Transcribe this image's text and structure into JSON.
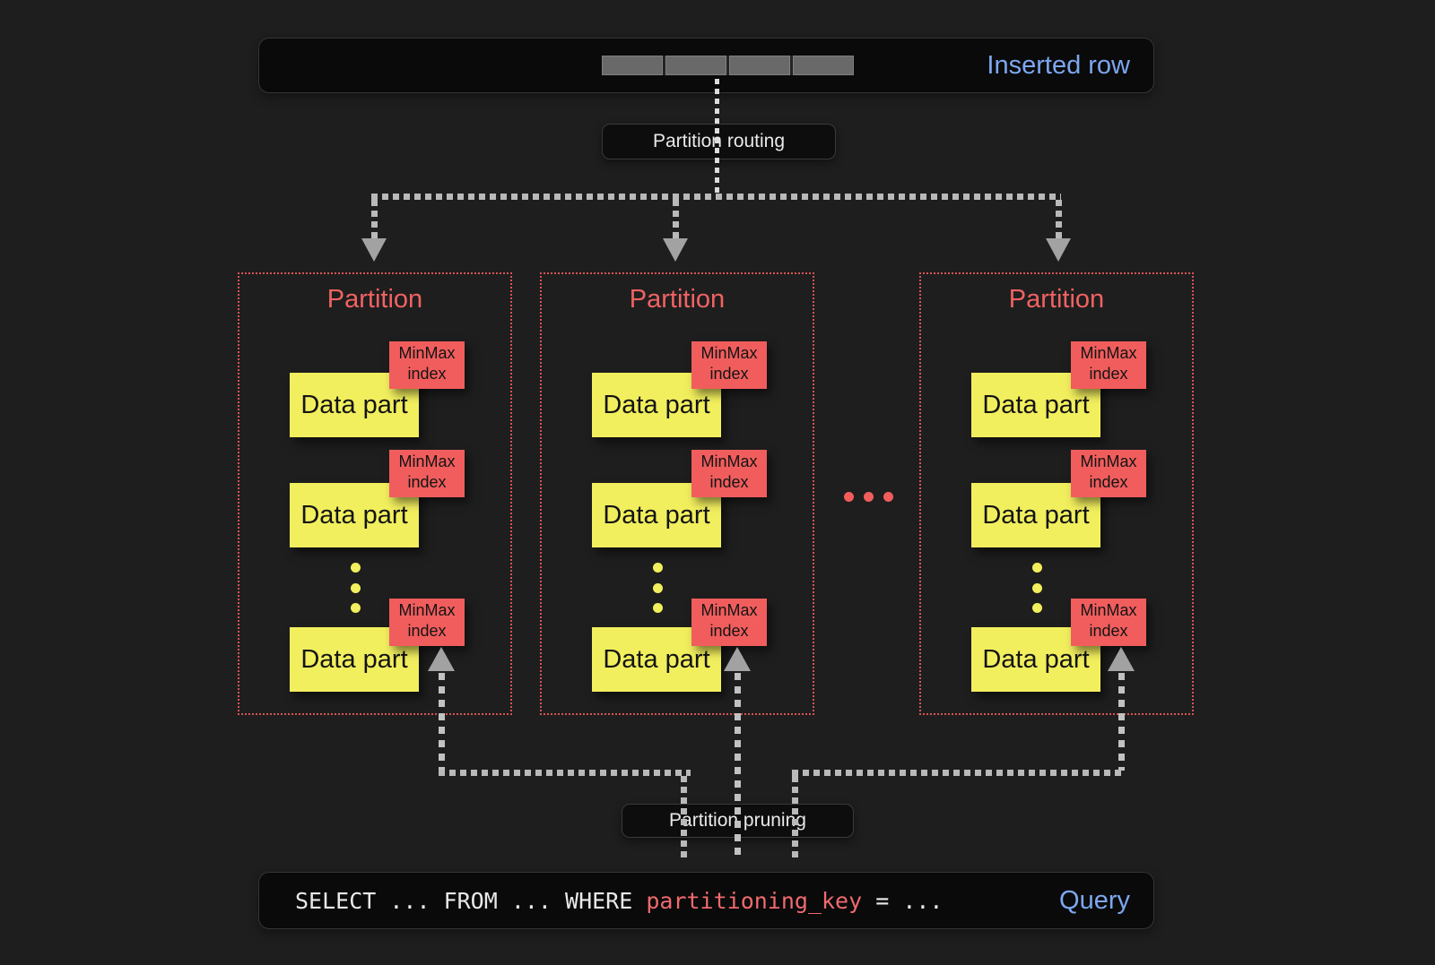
{
  "colors": {
    "page-bg": "#1e1e1e",
    "panel-bg": "#0a0a0a",
    "panel-border": "#353535",
    "pill-bg": "#0d0d0d",
    "pill-border": "#3a3a3a",
    "accent-blue": "#7da7f0",
    "accent-red": "#f15d5d",
    "sql-key-red": "#f06a6e",
    "partition-border-red": "#d85454",
    "part-yellow": "#f2ef5e",
    "text-light": "#e9e9e9",
    "text-dark": "#141414",
    "line-gray": "#c8c8c8",
    "dot-gray": "#b9b9b9",
    "arrow-gray": "#a2a2a2",
    "bar-cell": "#696969"
  },
  "top_box": {
    "label": "Inserted row",
    "cell_count": 4
  },
  "routing": {
    "label": "Partition routing"
  },
  "pruning": {
    "label": "Partition pruning"
  },
  "partitions": [
    {
      "title": "Partition",
      "parts": [
        {
          "part_label": "Data part",
          "index_label": "MinMax index"
        },
        {
          "part_label": "Data part",
          "index_label": "MinMax index"
        },
        {
          "part_label": "Data part",
          "index_label": "MinMax index"
        }
      ]
    },
    {
      "title": "Partition",
      "parts": [
        {
          "part_label": "Data part",
          "index_label": "MinMax index"
        },
        {
          "part_label": "Data part",
          "index_label": "MinMax index"
        },
        {
          "part_label": "Data part",
          "index_label": "MinMax index"
        }
      ]
    },
    {
      "title": "Partition",
      "parts": [
        {
          "part_label": "Data part",
          "index_label": "MinMax index"
        },
        {
          "part_label": "Data part",
          "index_label": "MinMax index"
        },
        {
          "part_label": "Data part",
          "index_label": "MinMax index"
        }
      ]
    }
  ],
  "query": {
    "sql_prefix": "SELECT ... FROM ... WHERE ",
    "sql_key": "partitioning_key",
    "sql_suffix": " = ...",
    "label": "Query"
  }
}
